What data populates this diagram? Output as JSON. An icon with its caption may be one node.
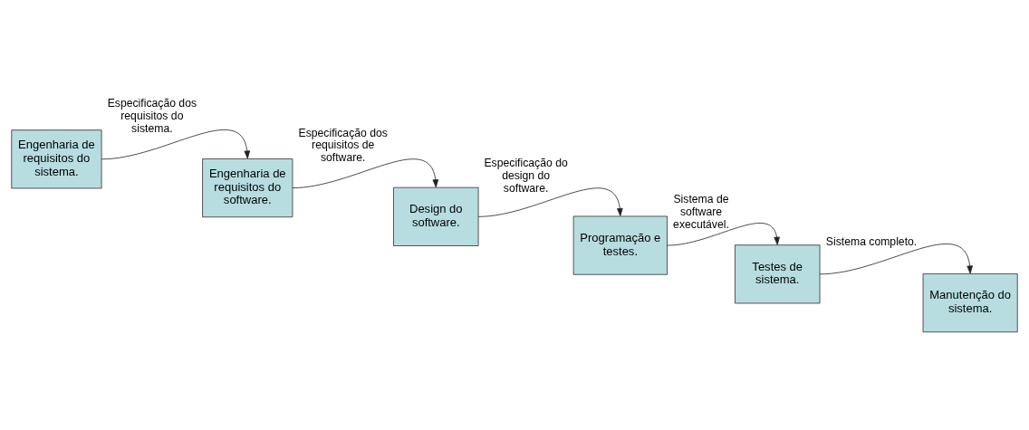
{
  "diagram": {
    "nodes": [
      {
        "text": [
          "Engenharia de requisitos do sistema."
        ]
      },
      {
        "text": [
          "Engenharia de requisitos do software."
        ]
      },
      {
        "text": [
          "Design do software."
        ]
      },
      {
        "text": [
          "Programação e testes."
        ]
      },
      {
        "text": [
          "Testes de sistema."
        ]
      },
      {
        "text": [
          "Manutenção do sistema."
        ]
      }
    ],
    "edges": [
      {
        "from": 0,
        "to": 1,
        "arrow": "to",
        "label": "Especificação dos requisitos do sistema."
      },
      {
        "from": 1,
        "to": 2,
        "arrow": "to",
        "label": "Especificação dos requisitos de software."
      },
      {
        "from": 2,
        "to": 3,
        "arrow": "to",
        "label": "Especificação do design do software."
      },
      {
        "from": 3,
        "to": 4,
        "arrow": "to",
        "label": "Sistema de software executável."
      },
      {
        "from": 4,
        "to": 5,
        "arrow": "to",
        "label": "Sistema completo."
      }
    ]
  }
}
